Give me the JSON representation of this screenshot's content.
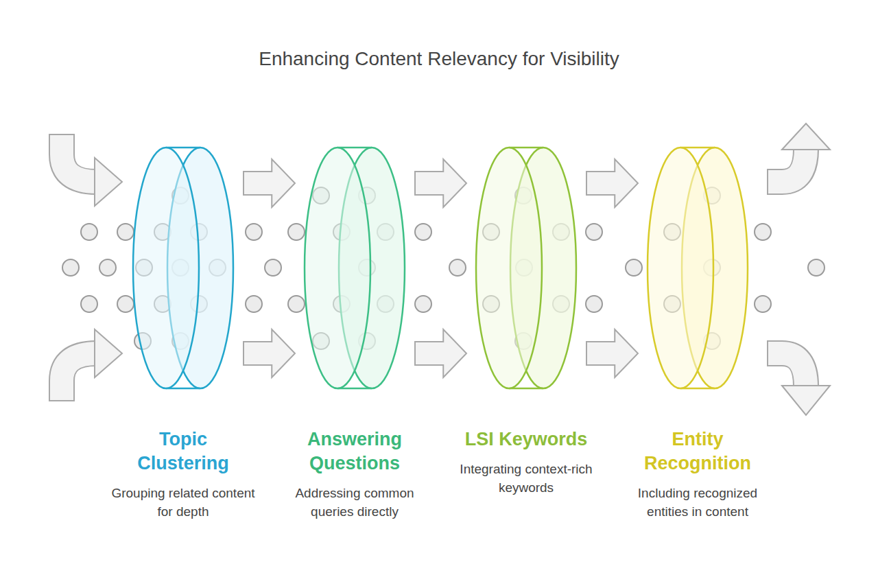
{
  "diagram": {
    "title": "Enhancing Content Relevancy for Visibility",
    "nodes": [
      {
        "text": [
          "Topic Clustering",
          "Grouping related content for depth"
        ]
      },
      {
        "text": [
          "Answering Questions",
          "Addressing common queries directly"
        ]
      },
      {
        "text": [
          "LSI Keywords",
          "Integrating context-rich keywords"
        ]
      },
      {
        "text": [
          "Entity Recognition",
          "Including recognized entities in content"
        ]
      }
    ],
    "edges": [
      {
        "from": 0,
        "to": 1,
        "arrow": "to"
      },
      {
        "from": 0,
        "to": 1,
        "arrow": "to"
      },
      {
        "from": 1,
        "to": 2,
        "arrow": "to"
      },
      {
        "from": 1,
        "to": 2,
        "arrow": "to"
      },
      {
        "from": 2,
        "to": 3,
        "arrow": "to"
      },
      {
        "from": 2,
        "to": 3,
        "arrow": "to"
      }
    ]
  }
}
